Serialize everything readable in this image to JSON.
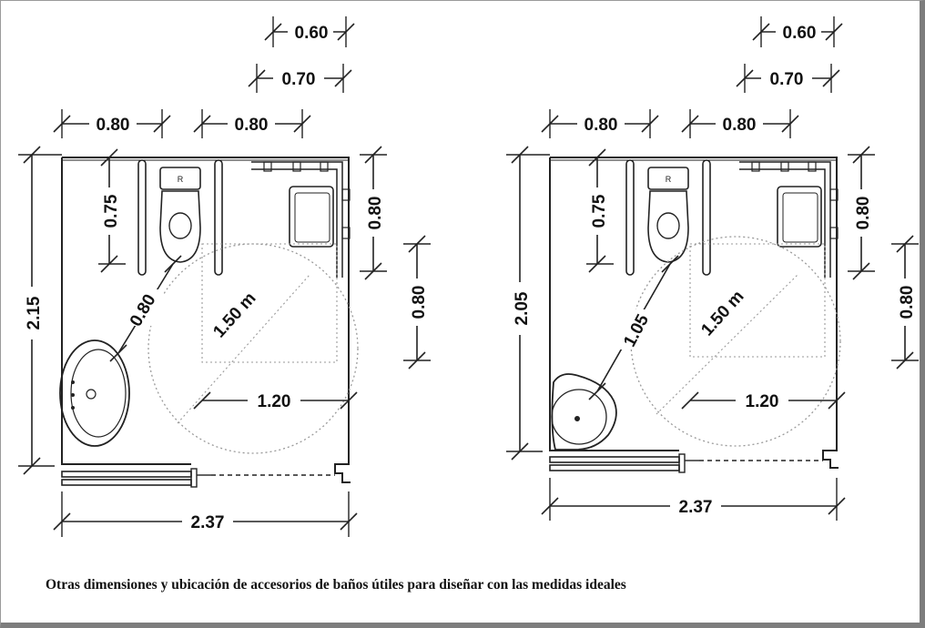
{
  "caption": "Otras dimensiones y ubicación de accesorios de baños útiles para diseñar con las medidas ideales",
  "plan_left": {
    "dimensions": {
      "top_small": "0.60",
      "top_mid": "0.70",
      "wc_bay_left": "0.80",
      "wc_bay_right": "0.80",
      "wc_depth": "0.75",
      "height_total": "2.15",
      "right_upper": "0.80",
      "right_lower": "0.80",
      "diagonal": "0.80",
      "turning_circle": "1.50 m",
      "clear_width": "1.20",
      "total_width": "2.37"
    },
    "washbasin_shape": "oval"
  },
  "plan_right": {
    "dimensions": {
      "top_small": "0.60",
      "top_mid": "0.70",
      "wc_bay_left": "0.80",
      "wc_bay_right": "0.80",
      "wc_depth": "0.75",
      "height_total": "2.05",
      "right_upper": "0.80",
      "right_lower": "0.80",
      "diagonal": "1.05",
      "turning_circle": "1.50 m",
      "clear_width": "1.20",
      "total_width": "2.37"
    },
    "washbasin_shape": "corner"
  },
  "colors": {
    "line": "#222222",
    "dotted": "#9a9a9a",
    "frame": "#7d7d7d"
  }
}
